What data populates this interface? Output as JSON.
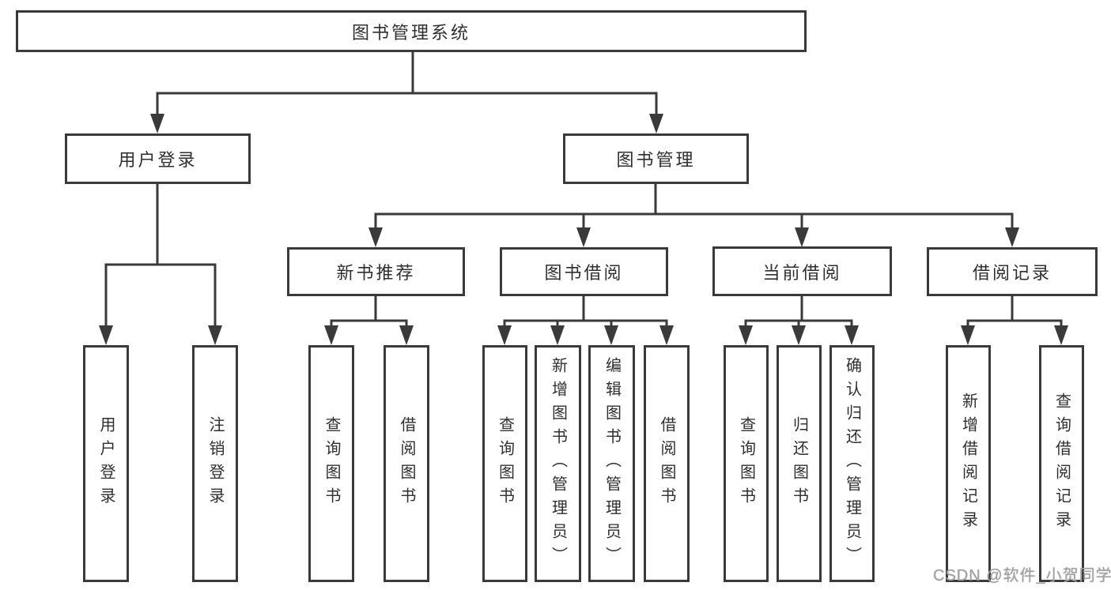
{
  "diagram": {
    "root": {
      "label": "图书管理系统"
    },
    "level2": {
      "user_login": {
        "label": "用户登录"
      },
      "book_management": {
        "label": "图书管理"
      }
    },
    "level3": {
      "new_book_recommend": {
        "label": "新书推荐"
      },
      "book_borrow": {
        "label": "图书借阅"
      },
      "current_borrow": {
        "label": "当前借阅"
      },
      "borrow_records": {
        "label": "借阅记录"
      }
    },
    "leaves": {
      "user_login_children": [
        "用户登录",
        "注销登录"
      ],
      "new_book_recommend_children": [
        "查询图书",
        "借阅图书"
      ],
      "book_borrow_children": [
        "查询图书",
        "新增图书（管理员）",
        "编辑图书（管理员）",
        "借阅图书"
      ],
      "current_borrow_children": [
        "查询图书",
        "归还图书",
        "确认归还（管理员）"
      ],
      "borrow_records_children": [
        "新增借阅记录",
        "查询借阅记录"
      ]
    }
  },
  "watermark": "CSDN @软件_小贺同学",
  "colors": {
    "line": "#3a3a3a",
    "box_border": "#3a3a3a",
    "text": "#2f2f2f",
    "watermark": "#a2a2a2",
    "background": "#ffffff"
  }
}
